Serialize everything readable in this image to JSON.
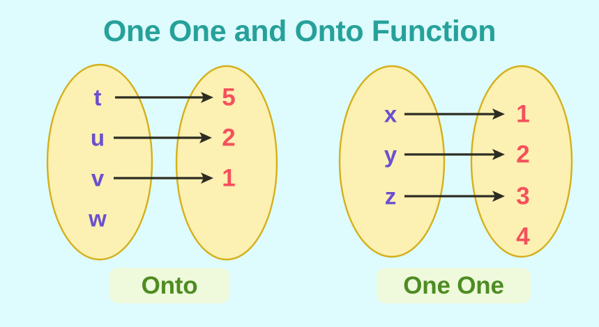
{
  "page": {
    "title": "One One and Onto Function",
    "background_color": "#DEFBFD",
    "title_color": "#26A19A"
  },
  "palette": {
    "ellipse_fill": "#FCF0B2",
    "ellipse_stroke": "#D4B01B",
    "domain_text": "#6B4FCF",
    "codomain_text": "#F5505C",
    "arrow": "#2D2C22",
    "badge_fill": "#EFF9DC",
    "badge_text": "#4D8C22"
  },
  "diagrams": [
    {
      "id": "onto-diagram",
      "caption": "Onto",
      "domain": {
        "name": "domain-set-left",
        "elements": [
          "t",
          "u",
          "v",
          "w"
        ]
      },
      "codomain": {
        "name": "codomain-set-left",
        "elements": [
          "5",
          "2",
          "1"
        ]
      },
      "mappings": [
        {
          "from": "t",
          "to": "5"
        },
        {
          "from": "u",
          "to": "2"
        },
        {
          "from": "v",
          "to": "1"
        }
      ],
      "unmapped_domain": [
        "w"
      ],
      "unmapped_codomain": []
    },
    {
      "id": "one-one-diagram",
      "caption": "One One",
      "domain": {
        "name": "domain-set-right",
        "elements": [
          "x",
          "y",
          "z"
        ]
      },
      "codomain": {
        "name": "codomain-set-right",
        "elements": [
          "1",
          "2",
          "3",
          "4"
        ]
      },
      "mappings": [
        {
          "from": "x",
          "to": "1"
        },
        {
          "from": "y",
          "to": "2"
        },
        {
          "from": "z",
          "to": "3"
        }
      ],
      "unmapped_domain": [],
      "unmapped_codomain": [
        "4"
      ]
    }
  ]
}
